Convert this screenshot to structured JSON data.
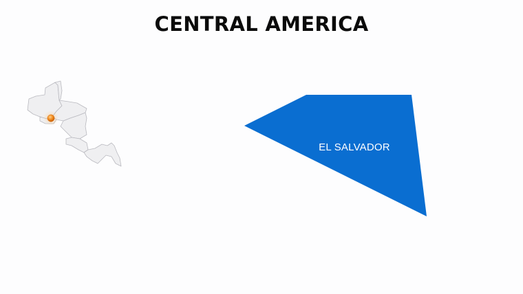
{
  "slide": {
    "title": "CENTRAL AMERICA",
    "country_label": "EL SALVADOR"
  },
  "colors": {
    "country_fill": "#0a6ed1",
    "locator_region_fill": "#efeff1",
    "locator_region_stroke": "#b9b9bf",
    "locator_marker": "#f08a1e",
    "background": "#fdfdfe"
  },
  "locator_map": {
    "icon": "central-america-locator-map",
    "highlight": "EL SALVADOR"
  }
}
